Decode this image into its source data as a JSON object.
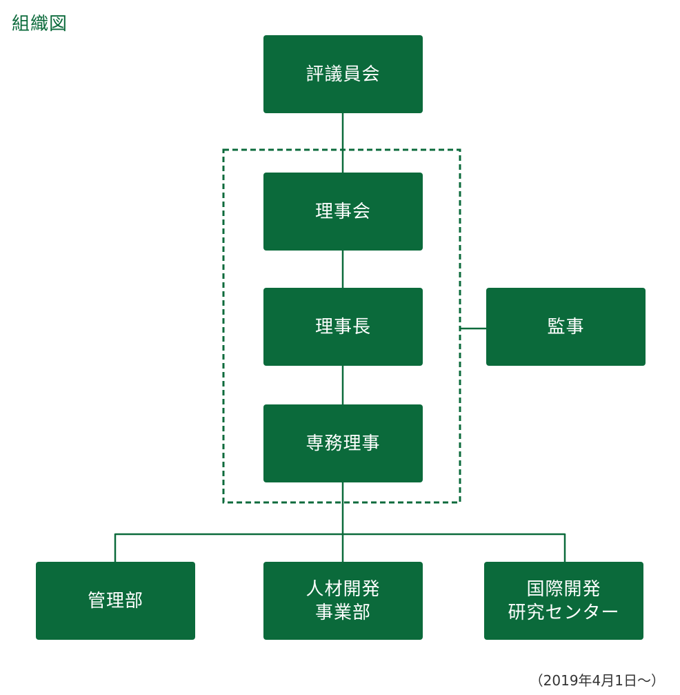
{
  "title": "組織図",
  "nodes": {
    "council": "評議員会",
    "board": "理事会",
    "chairman": "理事長",
    "executive_director": "専務理事",
    "auditor": "監事",
    "admin": "管理部",
    "hrd_line1": "人材開発",
    "hrd_line2": "事業部",
    "intl_line1": "国際開発",
    "intl_line2": "研究センター"
  },
  "date_note": "（2019年4月1日～）",
  "colors": {
    "box": "#0b6a3b",
    "text": "#ffffff",
    "line": "#0b6a3b"
  }
}
